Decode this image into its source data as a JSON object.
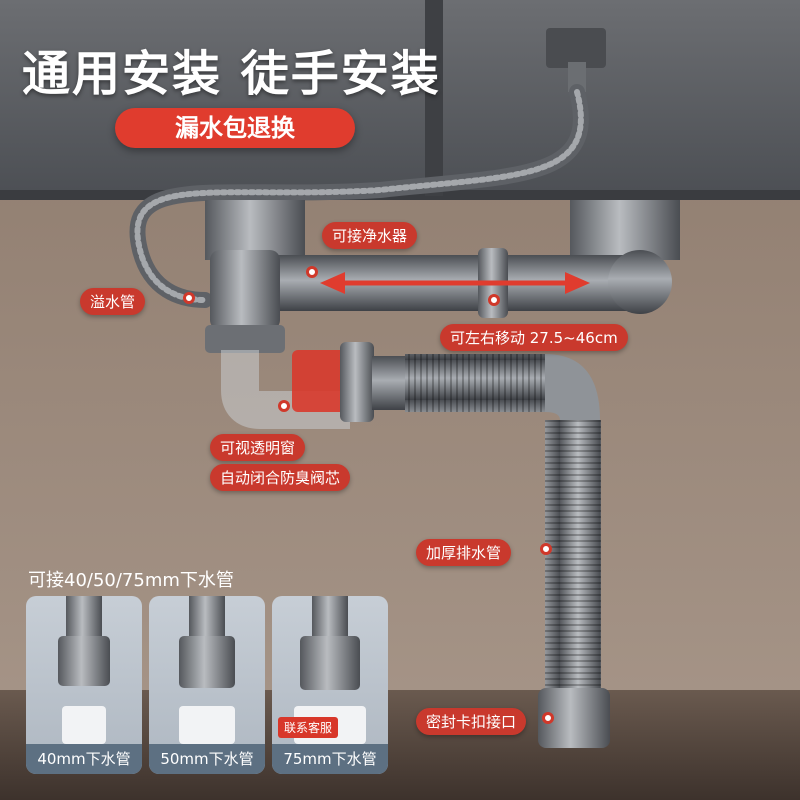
{
  "headline": "通用安装 徒手安装",
  "badge": "漏水包退换",
  "callouts": {
    "purifier": "可接净水器",
    "overflow": "溢水管",
    "adjust": "可左右移动 27.5~46cm",
    "window": "可视透明窗",
    "valve": "自动闭合防臭阀芯",
    "thick_pipe": "加厚排水管",
    "seal": "密封卡扣接口"
  },
  "spec": {
    "title": "可接40/50/75mm下水管",
    "cards": [
      {
        "label": "40mm下水管"
      },
      {
        "label": "50mm下水管"
      },
      {
        "label": "75mm下水管",
        "tag": "联系客服"
      }
    ]
  },
  "colors": {
    "accent": "#e03c2e",
    "caption": "#5d7082"
  }
}
